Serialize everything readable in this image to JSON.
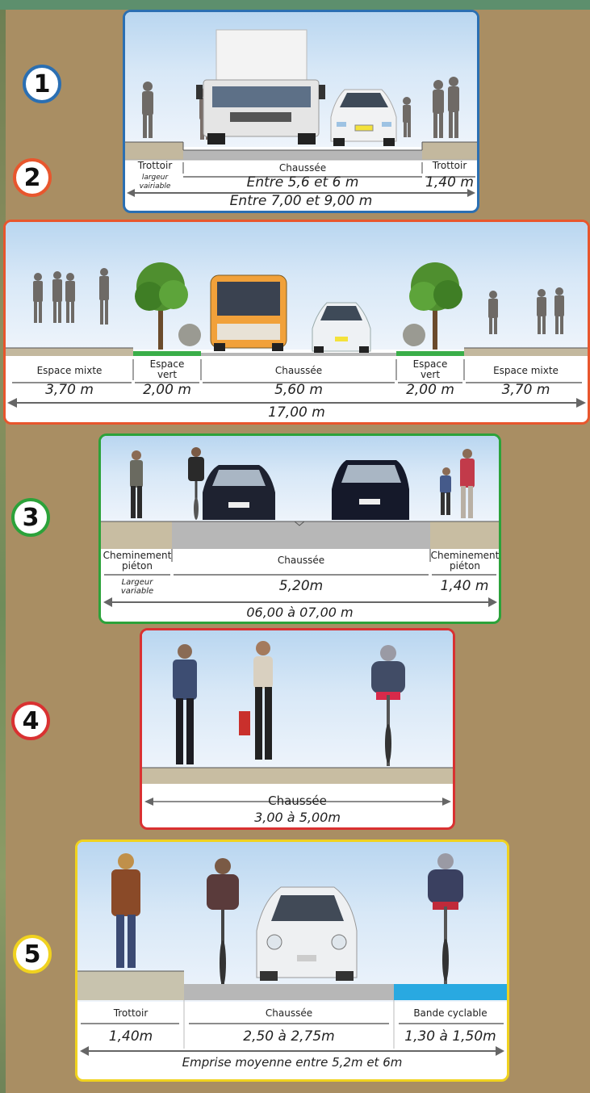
{
  "colors": {
    "background": "#a98e63",
    "panel1_border": "#2b6fb2",
    "panel2_border": "#e8562d",
    "panel3_border": "#2ca23a",
    "panel4_border": "#d93131",
    "panel5_border": "#f0d21f",
    "sidewalk": "#c3b89e",
    "road": "#b7b7b7",
    "green_space": "#3aae49",
    "bike_lane": "#29a9e1"
  },
  "sections": [
    {
      "number": "1",
      "labels": {
        "left": "Trottoir",
        "center": "Chaussée",
        "right": "Trottoir"
      },
      "notes": {
        "left": "largeur\nvairiable"
      },
      "dims": {
        "center": "Entre 5,6 et 6 m",
        "right": "1,40 m",
        "total": "Entre 7,00 et 9,00 m"
      },
      "figures": [
        "pedestrian-icon",
        "truck-icon",
        "car-icon",
        "pedestrian-group-icon"
      ]
    },
    {
      "number": "2",
      "labels": {
        "mixed_left": "Espace mixte",
        "green_left": "Espace\nvert",
        "center": "Chaussée",
        "green_right": "Espace\nvert",
        "mixed_right": "Espace mixte"
      },
      "dims": {
        "mixed_left": "3,70 m",
        "green_left": "2,00 m",
        "center": "5,60 m",
        "green_right": "2,00 m",
        "mixed_right": "3,70 m",
        "total": "17,00 m"
      },
      "figures": [
        "pedestrian-group-icon",
        "tree-icon",
        "bus-icon",
        "car-icon",
        "tree-icon",
        "pedestrian-group-icon"
      ]
    },
    {
      "number": "3",
      "labels": {
        "left": "Cheminement\npiéton",
        "center": "Chaussée",
        "right": "Cheminement\npiéton"
      },
      "notes": {
        "left": "Largeur\nvariable"
      },
      "dims": {
        "center": "5,20m",
        "right": "1,40 m",
        "total": "06,00 à 07,00 m"
      },
      "figures": [
        "pedestrian-icon",
        "cyclist-icon",
        "car-icon",
        "car-icon",
        "pedestrian-group-icon"
      ]
    },
    {
      "number": "4",
      "labels": {
        "center": "Chaussée"
      },
      "dims": {
        "total": "3,00 à 5,00m"
      },
      "figures": [
        "pedestrian-icon",
        "pedestrian-icon",
        "cyclist-icon"
      ]
    },
    {
      "number": "5",
      "labels": {
        "left": "Trottoir",
        "center": "Chaussée",
        "right": "Bande cyclable"
      },
      "dims": {
        "left": "1,40m",
        "center": "2,50 à 2,75m",
        "right": "1,30 à 1,50m",
        "total": "Emprise moyenne entre 5,2m et 6m"
      },
      "figures": [
        "pedestrian-icon",
        "cyclist-icon",
        "car-icon",
        "cyclist-icon"
      ]
    }
  ]
}
